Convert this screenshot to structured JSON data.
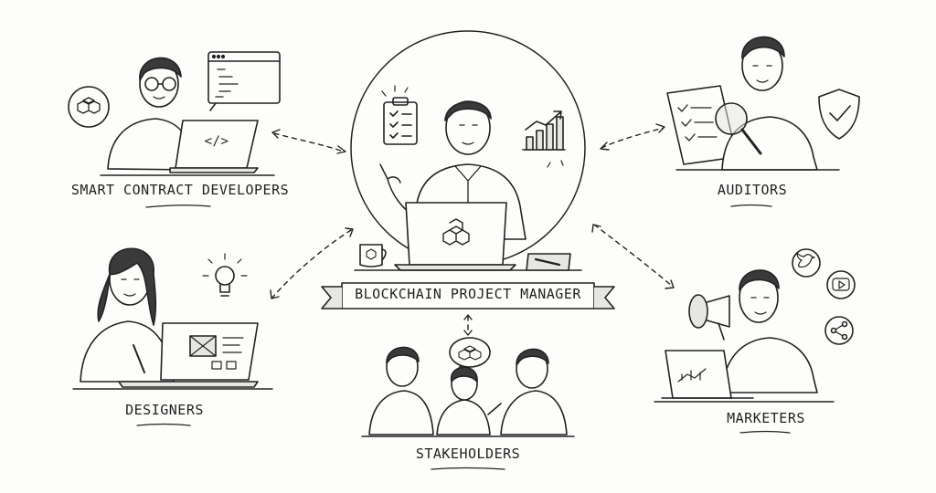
{
  "roles": {
    "center": "BLOCKCHAIN PROJECT MANAGER",
    "smart_contract": "SMART CONTRACT DEVELOPERS",
    "auditors": "AUDITORS",
    "designers": "DESIGNERS",
    "marketers": "MARKETERS",
    "stakeholders": "STAKEHOLDERS"
  },
  "code_glyph": "</>",
  "colors": {
    "ink": "#222222",
    "paper": "#fdfdfb",
    "shade": "#e6e6e2"
  },
  "icons": [
    "blockchain-cube-icon",
    "code-window-icon",
    "clipboard-checklist-icon",
    "growth-chart-icon",
    "lightbulb-icon",
    "shield-check-icon",
    "magnifier-icon",
    "megaphone-icon",
    "twitter-icon",
    "youtube-icon",
    "share-icon",
    "coffee-mug-icon",
    "speech-bubble-icon"
  ]
}
